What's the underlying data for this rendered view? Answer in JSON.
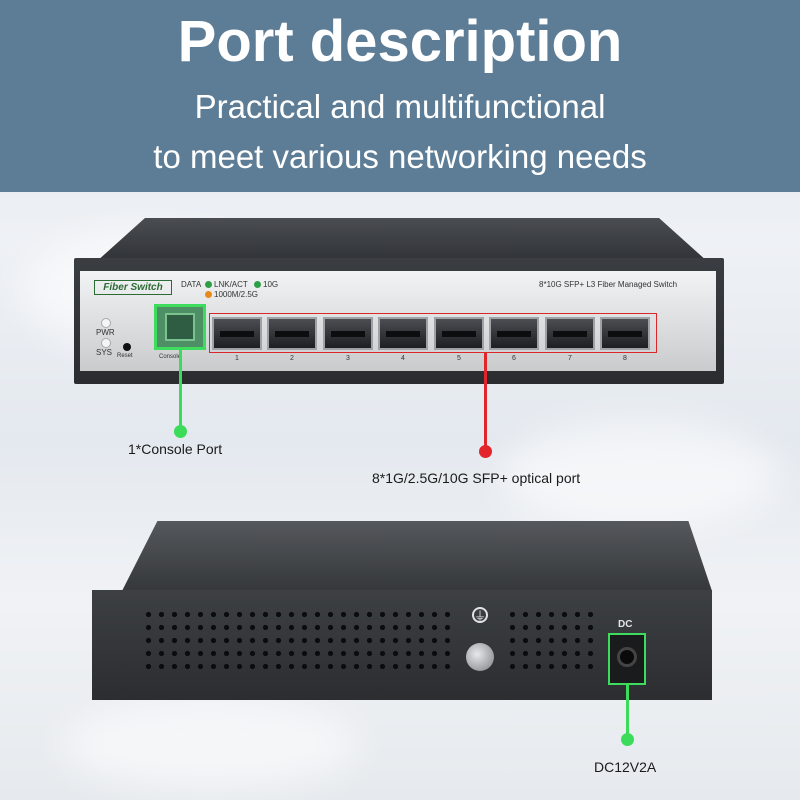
{
  "header": {
    "title": "Port description",
    "subtitle_line1": "Practical and multifunctional",
    "subtitle_line2": "to meet various networking needs"
  },
  "front_panel": {
    "brand": "Fiber Switch",
    "legend_data": "DATA",
    "legend_lnk": "LNK/ACT",
    "legend_10g": "10G",
    "legend_1000": "1000M/2.5G",
    "model": "8*10G SFP+ L3 Fiber Managed Switch",
    "led_pwr": "PWR",
    "led_sys": "SYS",
    "reset": "Reset",
    "console": "Console",
    "ports": [
      "1",
      "2",
      "3",
      "4",
      "5",
      "6",
      "7",
      "8"
    ]
  },
  "callouts": {
    "console_port": "1*Console Port",
    "sfp_ports": "8*1G/2.5G/10G SFP+ optical port",
    "dc_power": "DC12V2A"
  },
  "rear_panel": {
    "dc_label": "DC",
    "ground_symbol": "⏚"
  },
  "colors": {
    "header_bg": "#5d7d96",
    "callout_green": "#3bdc5a",
    "callout_red": "#e2252a",
    "legend_green": "#2e9e47",
    "legend_orange": "#e8891c"
  }
}
